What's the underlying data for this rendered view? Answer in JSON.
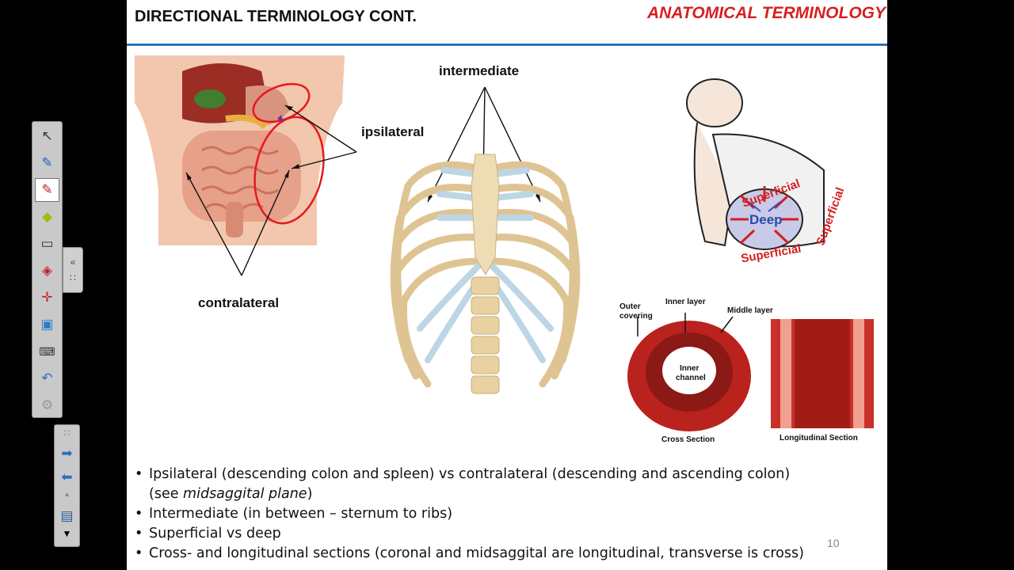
{
  "slide": {
    "title": "DIRECTIONAL TERMINOLOGY CONT.",
    "topic": "ANATOMICAL TERMINOLOGY",
    "page_number": "10"
  },
  "labels": {
    "intermediate": "intermediate",
    "ipsilateral": "ipsilateral",
    "contralateral": "contralateral"
  },
  "deep_diagram": {
    "deep": "Deep",
    "superficial": "Superficial"
  },
  "section_diagram": {
    "outer_covering_1": "Outer",
    "outer_covering_2": "covering",
    "inner_layer": "Inner layer",
    "middle_layer": "Middle layer",
    "inner_channel_1": "Inner",
    "inner_channel_2": "channel",
    "cross_section": "Cross Section",
    "longitudinal_section": "Longitudinal Section"
  },
  "bullets": {
    "b1_text": "Ipsilateral (descending colon and spleen) vs contralateral (descending and ascending colon) (see ",
    "b1_italic": "midsaggital plane",
    "b1_end": ")",
    "b2": "Intermediate (in between – sternum to ribs)",
    "b3": "Superficial vs deep",
    "b4": "Cross- and longitudinal sections (coronal and midsaggital are longitudinal, transverse is cross)"
  },
  "toolbar": {
    "icons": [
      "select-arrow-icon",
      "pen-icon",
      "marker-pen-icon",
      "highlighter-icon",
      "eraser-icon",
      "laser-pointer-icon",
      "spotlight-icon",
      "notes-icon",
      "keyboard-icon",
      "undo-icon",
      "settings-icon"
    ],
    "selected": "marker-pen-icon"
  },
  "colors": {
    "title_rule": "#2c72b5",
    "topic_red": "#d62020",
    "annotation_red": "#e8171c"
  }
}
